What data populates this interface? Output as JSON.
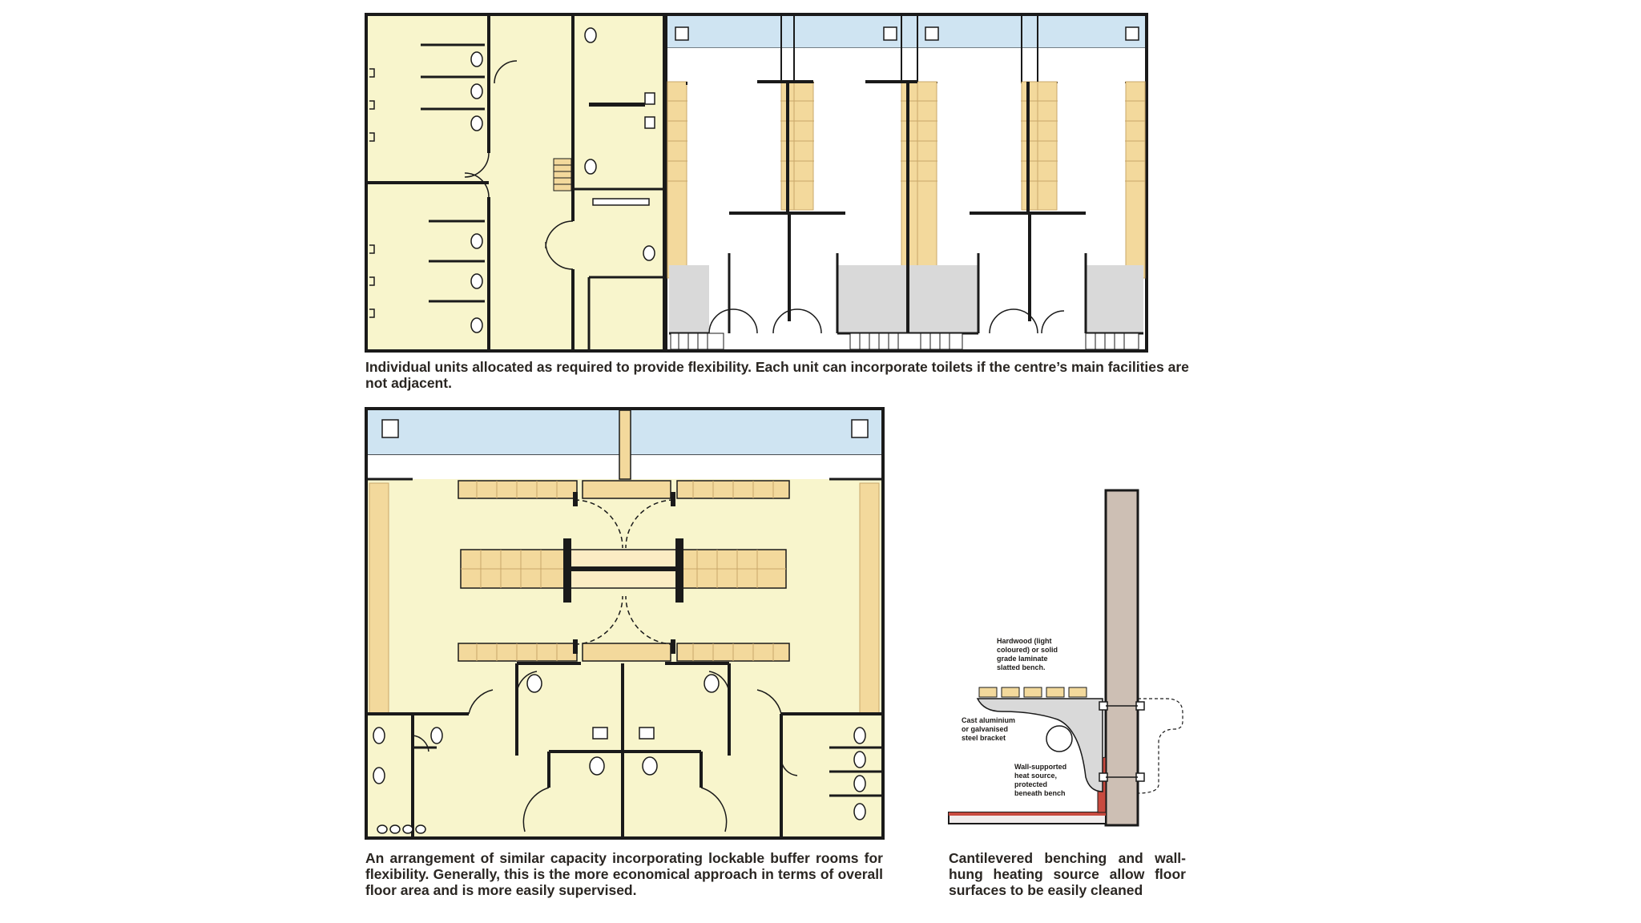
{
  "captions": {
    "top": "Individual units allocated as required to provide flexibility. Each unit can incorporate toilets if the centre’s main facilities are not adjacent.",
    "bottom_left": "An arrangement of similar capacity incorporating lockable buffer rooms for flexibility. Generally, this is the more economical approach in terms of overall floor area and is more easily supervised.",
    "bottom_right": "Cantilevered benching and wall-hung heating source allow floor surfaces to be easily cleaned"
  },
  "section_labels": {
    "bench": [
      "Hardwood (light",
      "coloured) or solid",
      "grade laminate",
      "slatted bench."
    ],
    "bracket": [
      "Cast aluminium",
      "or galvanised",
      "steel bracket"
    ],
    "heat": [
      "Wall-supported",
      "heat source,",
      "protected",
      "beneath bench"
    ]
  },
  "colors": {
    "room_fill": "#f8f5cc",
    "shower_fill": "#cfe4f2",
    "bench_fill": "#f3d99c",
    "wall": "#1a1a1a",
    "wall_section": "#cdbfb4",
    "floor_tile": "#b8b8b8",
    "heating": "#c84a3f",
    "bracket": "#d9d9d9"
  }
}
